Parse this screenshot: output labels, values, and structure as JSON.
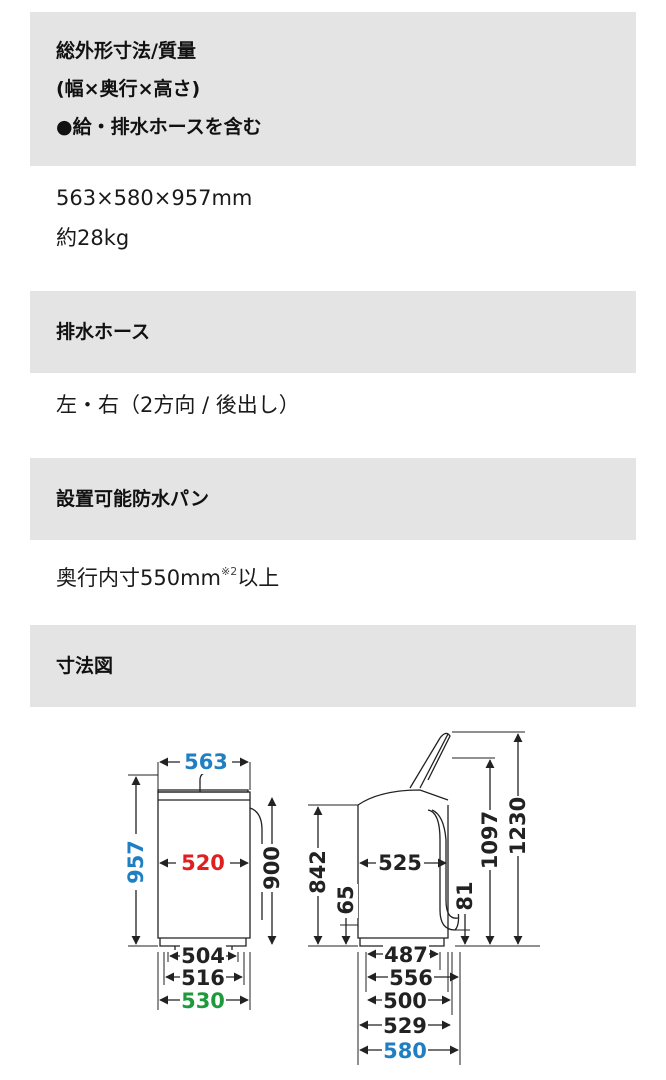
{
  "sections": {
    "dimensions_weight": {
      "heading_lines": [
        "総外形寸法/質量",
        "(幅×奥行×高さ)",
        "●給・排水ホースを含む"
      ],
      "value_lines": [
        "563×580×957mm",
        "約28kg"
      ]
    },
    "drain_hose": {
      "heading": "排水ホース",
      "value": "左・右（2方向 / 後出し）"
    },
    "drain_pan": {
      "heading": "設置可能防水パン",
      "value_prefix": "奥行内寸550mm",
      "value_note": "※2",
      "value_suffix": "以上"
    },
    "dimension_drawing": {
      "heading": "寸法図",
      "front": {
        "width_top": "563",
        "height_total": "957",
        "inner_width": "520",
        "height_side": "900",
        "base_1": "504",
        "base_2": "516",
        "base_3": "530"
      },
      "side": {
        "height_842": "842",
        "height_65": "65",
        "inner_depth": "525",
        "height_81": "81",
        "height_1097": "1097",
        "height_1230": "1230",
        "depth_487": "487",
        "depth_556": "556",
        "depth_500": "500",
        "depth_529": "529",
        "depth_580": "580"
      },
      "colors": {
        "blue": "#1f7fc2",
        "red": "#e02020",
        "green": "#1e9a3c",
        "black": "#222222"
      }
    }
  }
}
